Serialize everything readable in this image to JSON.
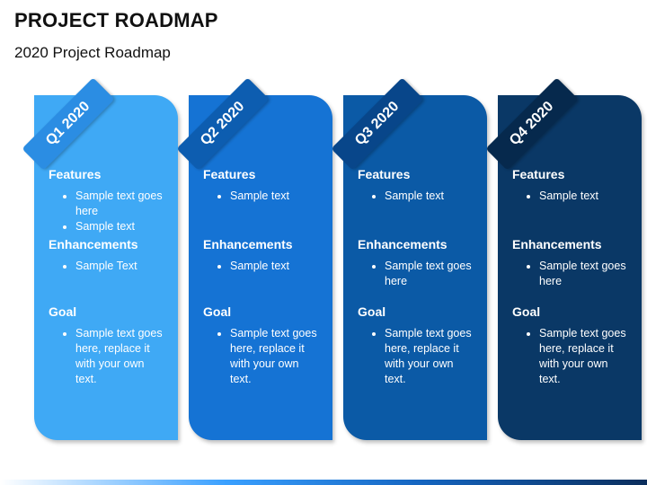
{
  "header": {
    "title": "PROJECT ROADMAP",
    "subtitle": "2020 Project Roadmap"
  },
  "cards": [
    {
      "tab_label": "Q1 2020",
      "card_color": "#3fa9f5",
      "tab_color": "#2b8de3",
      "features_heading": "Features",
      "features": [
        "Sample text goes here",
        "Sample text"
      ],
      "enhancements_heading": "Enhancements",
      "enhancements": [
        "Sample Text"
      ],
      "goal_heading": "Goal",
      "goal": [
        "Sample text goes here, replace it with your own text."
      ]
    },
    {
      "tab_label": "Q2 2020",
      "card_color": "#1573d4",
      "tab_color": "#0d5db0",
      "features_heading": "Features",
      "features": [
        "Sample text"
      ],
      "enhancements_heading": "Enhancements",
      "enhancements": [
        "Sample text"
      ],
      "goal_heading": "Goal",
      "goal": [
        "Sample text goes here, replace it with your own text."
      ]
    },
    {
      "tab_label": "Q3 2020",
      "card_color": "#0b5aa6",
      "tab_color": "#08468a",
      "features_heading": "Features",
      "features": [
        "Sample text"
      ],
      "enhancements_heading": "Enhancements",
      "enhancements": [
        "Sample text goes here"
      ],
      "goal_heading": "Goal",
      "goal": [
        "Sample text goes here, replace it with your own text."
      ]
    },
    {
      "tab_label": "Q4 2020",
      "card_color": "#0a3866",
      "tab_color": "#06294d",
      "features_heading": "Features",
      "features": [
        "Sample text"
      ],
      "enhancements_heading": "Enhancements",
      "enhancements": [
        "Sample text goes here"
      ],
      "goal_heading": "Goal",
      "goal": [
        "Sample text goes here, replace it with your own text."
      ]
    }
  ]
}
